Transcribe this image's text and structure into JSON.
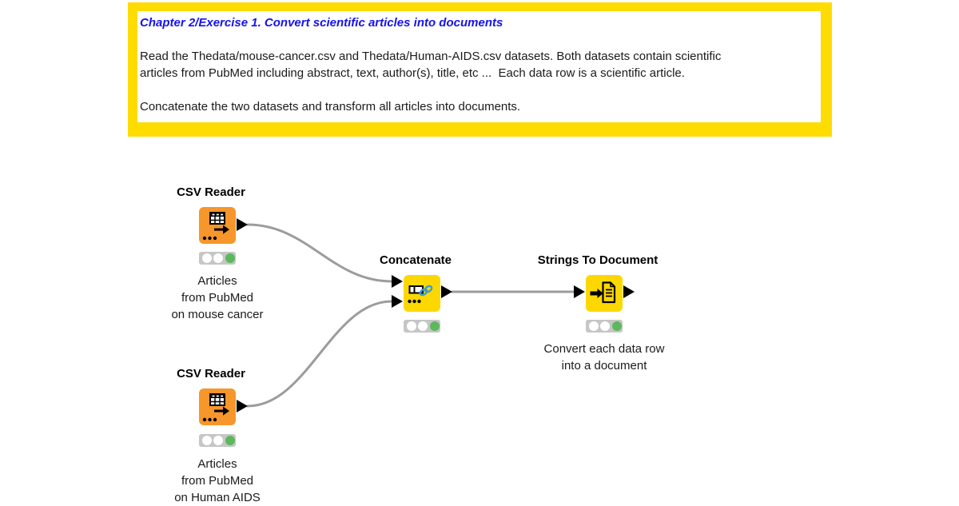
{
  "annotation": {
    "title": "Chapter 2/Exercise 1. Convert scientific articles into documents",
    "body_lines": [
      "Read the Thedata/mouse-cancer.csv and Thedata/Human-AIDS.csv datasets. Both datasets contain scientific",
      "articles from PubMed including abstract, text, author(s), title, etc ...  Each data row is a scientific article.",
      "",
      "Concatenate the two datasets and transform all articles into documents."
    ]
  },
  "nodes": [
    {
      "name": "CSV Reader",
      "status": "executed",
      "comment_lines": [
        "Articles",
        "from PubMed",
        "on mouse cancer"
      ]
    },
    {
      "name": "Concatenate",
      "status": "executed",
      "comment_lines": []
    },
    {
      "name": "Strings To Document",
      "status": "executed",
      "comment_lines": [
        "Convert each data row",
        "into a document"
      ]
    },
    {
      "name": "CSV Reader",
      "status": "executed",
      "comment_lines": [
        "Articles",
        "from PubMed",
        "on Human AIDS"
      ]
    }
  ],
  "connections": [
    {
      "from": "CSV Reader (top)",
      "to": "Concatenate input 1"
    },
    {
      "from": "CSV Reader (bottom)",
      "to": "Concatenate input 2"
    },
    {
      "from": "Concatenate",
      "to": "Strings To Document"
    }
  ],
  "icons": {
    "csv_reader": "table-with-arrow-icon",
    "concatenate": "chain-link-icon",
    "strings_to_document": "arrow-into-document-icon"
  },
  "colors": {
    "node_orange": "#F7962A",
    "node_yellow": "#FDD800",
    "annotation_border": "#FFDC00",
    "annotation_title": "#1612EE",
    "wire_gray": "#9C9C9C",
    "status_green": "#5CB85C",
    "chain_blue": "#3D9CD2",
    "light_gray": "#C6C6C6"
  }
}
